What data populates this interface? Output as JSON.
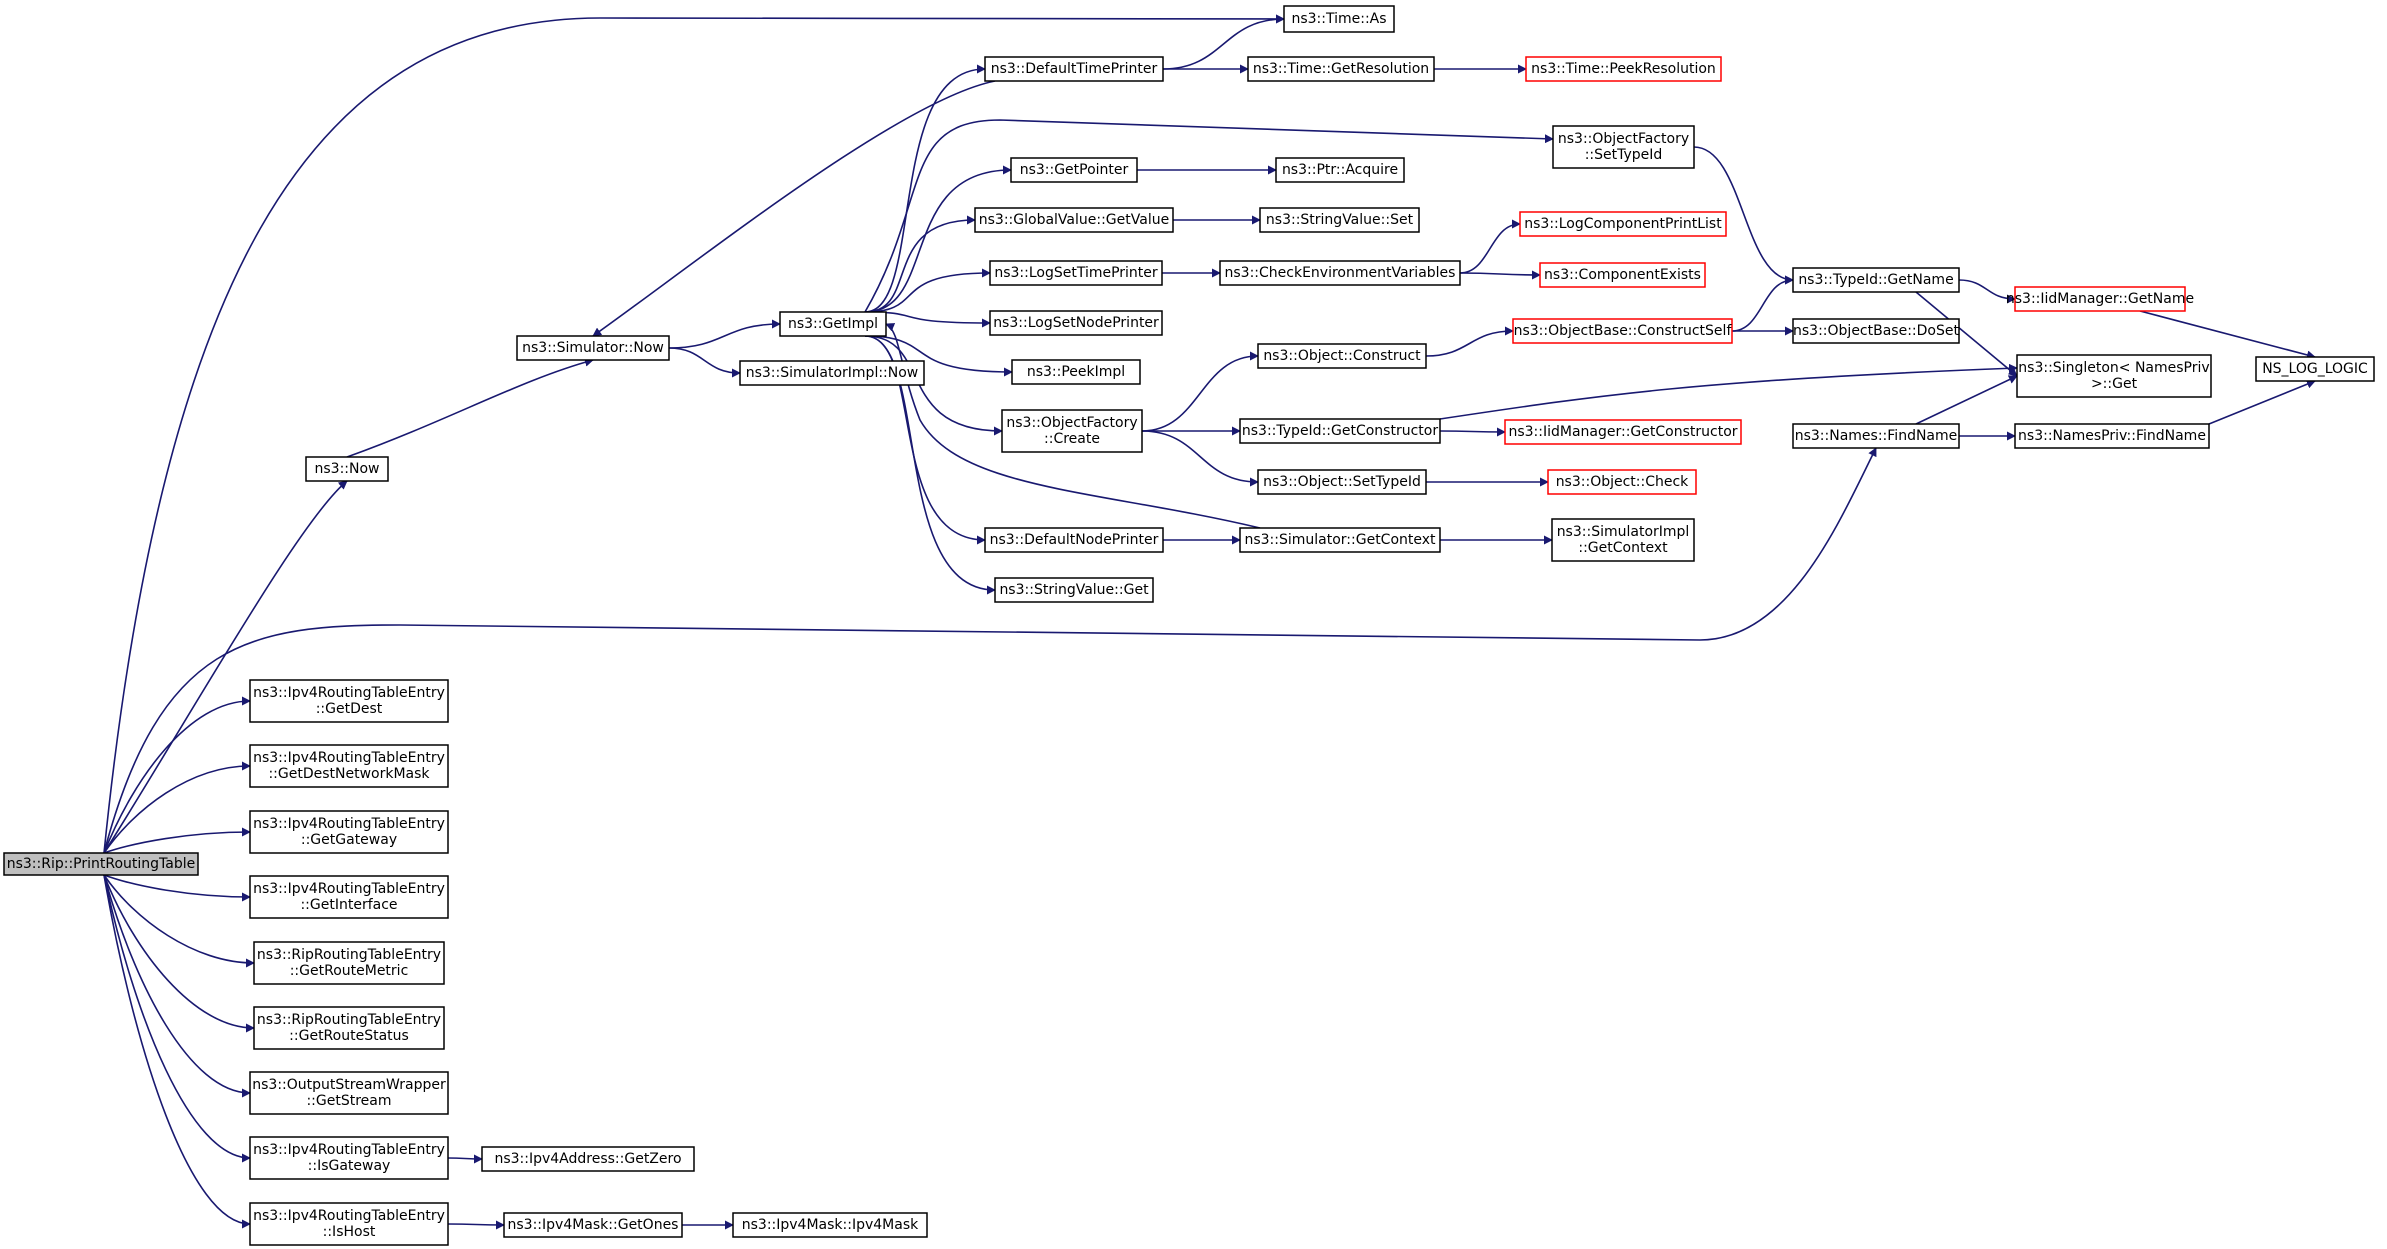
{
  "diagram": {
    "type": "call-graph",
    "colors": {
      "edge": "#191970",
      "node_border": "#000000",
      "truncated_border": "#ff0000",
      "root_fill": "#bfbfbf"
    },
    "nodes": [
      {
        "id": "root",
        "lines": [
          "ns3::Rip::PrintRoutingTable"
        ],
        "style": "root"
      },
      {
        "id": "time_as",
        "lines": [
          "ns3::Time::As"
        ],
        "style": "normal"
      },
      {
        "id": "default_time_printer",
        "lines": [
          "ns3::DefaultTimePrinter"
        ],
        "style": "normal"
      },
      {
        "id": "get_resolution",
        "lines": [
          "ns3::Time::GetResolution"
        ],
        "style": "normal"
      },
      {
        "id": "peek_resolution",
        "lines": [
          "ns3::Time::PeekResolution"
        ],
        "style": "truncated"
      },
      {
        "id": "of_set_type_id",
        "lines": [
          "ns3::ObjectFactory",
          "::SetTypeId"
        ],
        "style": "normal"
      },
      {
        "id": "get_pointer",
        "lines": [
          "ns3::GetPointer"
        ],
        "style": "normal"
      },
      {
        "id": "ptr_acquire",
        "lines": [
          "ns3::Ptr::Acquire"
        ],
        "style": "normal"
      },
      {
        "id": "gv_get_value",
        "lines": [
          "ns3::GlobalValue::GetValue"
        ],
        "style": "normal"
      },
      {
        "id": "sv_set",
        "lines": [
          "ns3::StringValue::Set"
        ],
        "style": "normal"
      },
      {
        "id": "log_component_print_list",
        "lines": [
          "ns3::LogComponentPrintList"
        ],
        "style": "truncated"
      },
      {
        "id": "log_set_time_printer",
        "lines": [
          "ns3::LogSetTimePrinter"
        ],
        "style": "normal"
      },
      {
        "id": "check_env",
        "lines": [
          "ns3::CheckEnvironmentVariables"
        ],
        "style": "normal"
      },
      {
        "id": "component_exists",
        "lines": [
          "ns3::ComponentExists"
        ],
        "style": "truncated"
      },
      {
        "id": "typeid_get_name",
        "lines": [
          "ns3::TypeId::GetName"
        ],
        "style": "normal"
      },
      {
        "id": "iid_get_name",
        "lines": [
          "ns3::IidManager::GetName"
        ],
        "style": "truncated"
      },
      {
        "id": "ns_log_logic",
        "lines": [
          "NS_LOG_LOGIC"
        ],
        "style": "normal"
      },
      {
        "id": "simulator_now",
        "lines": [
          "ns3::Simulator::Now"
        ],
        "style": "normal"
      },
      {
        "id": "get_impl",
        "lines": [
          "ns3::GetImpl"
        ],
        "style": "normal"
      },
      {
        "id": "log_set_node_printer",
        "lines": [
          "ns3::LogSetNodePrinter"
        ],
        "style": "normal"
      },
      {
        "id": "object_base_construct_self",
        "lines": [
          "ns3::ObjectBase::ConstructSelf"
        ],
        "style": "truncated"
      },
      {
        "id": "object_base_do_set",
        "lines": [
          "ns3::ObjectBase::DoSet"
        ],
        "style": "normal"
      },
      {
        "id": "object_construct",
        "lines": [
          "ns3::Object::Construct"
        ],
        "style": "normal"
      },
      {
        "id": "simulator_impl_now",
        "lines": [
          "ns3::SimulatorImpl::Now"
        ],
        "style": "normal"
      },
      {
        "id": "peek_impl",
        "lines": [
          "ns3::PeekImpl"
        ],
        "style": "normal"
      },
      {
        "id": "singleton_get",
        "lines": [
          "ns3::Singleton< NamesPriv",
          ">::Get"
        ],
        "style": "normal"
      },
      {
        "id": "of_create",
        "lines": [
          "ns3::ObjectFactory",
          "::Create"
        ],
        "style": "normal"
      },
      {
        "id": "typeid_get_constructor",
        "lines": [
          "ns3::TypeId::GetConstructor"
        ],
        "style": "normal"
      },
      {
        "id": "iid_get_constructor",
        "lines": [
          "ns3::IidManager::GetConstructor"
        ],
        "style": "truncated"
      },
      {
        "id": "names_find_name",
        "lines": [
          "ns3::Names::FindName"
        ],
        "style": "normal"
      },
      {
        "id": "names_priv_find_name",
        "lines": [
          "ns3::NamesPriv::FindName"
        ],
        "style": "normal"
      },
      {
        "id": "ns3_now",
        "lines": [
          "ns3::Now"
        ],
        "style": "normal"
      },
      {
        "id": "object_set_type_id",
        "lines": [
          "ns3::Object::SetTypeId"
        ],
        "style": "normal"
      },
      {
        "id": "object_check",
        "lines": [
          "ns3::Object::Check"
        ],
        "style": "truncated"
      },
      {
        "id": "default_node_printer",
        "lines": [
          "ns3::DefaultNodePrinter"
        ],
        "style": "normal"
      },
      {
        "id": "simulator_get_context",
        "lines": [
          "ns3::Simulator::GetContext"
        ],
        "style": "normal"
      },
      {
        "id": "simulator_impl_get_context",
        "lines": [
          "ns3::SimulatorImpl",
          "::GetContext"
        ],
        "style": "normal"
      },
      {
        "id": "sv_get",
        "lines": [
          "ns3::StringValue::Get"
        ],
        "style": "normal"
      },
      {
        "id": "ipv4_get_dest",
        "lines": [
          "ns3::Ipv4RoutingTableEntry",
          "::GetDest"
        ],
        "style": "normal"
      },
      {
        "id": "ipv4_get_dest_mask",
        "lines": [
          "ns3::Ipv4RoutingTableEntry",
          "::GetDestNetworkMask"
        ],
        "style": "normal"
      },
      {
        "id": "ipv4_get_gateway",
        "lines": [
          "ns3::Ipv4RoutingTableEntry",
          "::GetGateway"
        ],
        "style": "normal"
      },
      {
        "id": "ipv4_get_interface",
        "lines": [
          "ns3::Ipv4RoutingTableEntry",
          "::GetInterface"
        ],
        "style": "normal"
      },
      {
        "id": "rip_get_route_metric",
        "lines": [
          "ns3::RipRoutingTableEntry",
          "::GetRouteMetric"
        ],
        "style": "normal"
      },
      {
        "id": "rip_get_route_status",
        "lines": [
          "ns3::RipRoutingTableEntry",
          "::GetRouteStatus"
        ],
        "style": "normal"
      },
      {
        "id": "osw_get_stream",
        "lines": [
          "ns3::OutputStreamWrapper",
          "::GetStream"
        ],
        "style": "normal"
      },
      {
        "id": "ipv4_is_gateway",
        "lines": [
          "ns3::Ipv4RoutingTableEntry",
          "::IsGateway"
        ],
        "style": "normal"
      },
      {
        "id": "ipv4_address_get_zero",
        "lines": [
          "ns3::Ipv4Address::GetZero"
        ],
        "style": "normal"
      },
      {
        "id": "ipv4_is_host",
        "lines": [
          "ns3::Ipv4RoutingTableEntry",
          "::IsHost"
        ],
        "style": "normal"
      },
      {
        "id": "ipv4_mask_get_ones",
        "lines": [
          "ns3::Ipv4Mask::GetOnes"
        ],
        "style": "normal"
      },
      {
        "id": "ipv4_mask_ctor",
        "lines": [
          "ns3::Ipv4Mask::Ipv4Mask"
        ],
        "style": "normal"
      }
    ],
    "edges": [
      [
        "root",
        "time_as"
      ],
      [
        "root",
        "ns3_now"
      ],
      [
        "root",
        "names_find_name"
      ],
      [
        "root",
        "ipv4_get_dest"
      ],
      [
        "root",
        "ipv4_get_dest_mask"
      ],
      [
        "root",
        "ipv4_get_gateway"
      ],
      [
        "root",
        "ipv4_get_interface"
      ],
      [
        "root",
        "rip_get_route_metric"
      ],
      [
        "root",
        "rip_get_route_status"
      ],
      [
        "root",
        "osw_get_stream"
      ],
      [
        "root",
        "ipv4_is_gateway"
      ],
      [
        "root",
        "ipv4_is_host"
      ],
      [
        "ns3_now",
        "simulator_now"
      ],
      [
        "simulator_now",
        "get_impl"
      ],
      [
        "simulator_now",
        "simulator_impl_now"
      ],
      [
        "default_time_printer",
        "time_as"
      ],
      [
        "default_time_printer",
        "get_resolution"
      ],
      [
        "default_time_printer",
        "simulator_now"
      ],
      [
        "get_resolution",
        "peek_resolution"
      ],
      [
        "get_impl",
        "default_time_printer"
      ],
      [
        "get_impl",
        "of_set_type_id"
      ],
      [
        "get_impl",
        "get_pointer"
      ],
      [
        "get_impl",
        "gv_get_value"
      ],
      [
        "get_impl",
        "log_set_time_printer"
      ],
      [
        "get_impl",
        "log_set_node_printer"
      ],
      [
        "get_impl",
        "peek_impl"
      ],
      [
        "get_impl",
        "of_create"
      ],
      [
        "get_impl",
        "default_node_printer"
      ],
      [
        "get_impl",
        "sv_get"
      ],
      [
        "get_pointer",
        "ptr_acquire"
      ],
      [
        "gv_get_value",
        "sv_set"
      ],
      [
        "log_set_time_printer",
        "check_env"
      ],
      [
        "check_env",
        "log_component_print_list"
      ],
      [
        "check_env",
        "component_exists"
      ],
      [
        "of_set_type_id",
        "typeid_get_name"
      ],
      [
        "typeid_get_name",
        "iid_get_name"
      ],
      [
        "typeid_get_name",
        "singleton_get"
      ],
      [
        "iid_get_name",
        "ns_log_logic"
      ],
      [
        "of_create",
        "object_construct"
      ],
      [
        "of_create",
        "typeid_get_constructor"
      ],
      [
        "of_create",
        "object_set_type_id"
      ],
      [
        "object_construct",
        "object_base_construct_self"
      ],
      [
        "object_base_construct_self",
        "typeid_get_name"
      ],
      [
        "object_base_construct_self",
        "object_base_do_set"
      ],
      [
        "typeid_get_constructor",
        "iid_get_constructor"
      ],
      [
        "typeid_get_constructor",
        "singleton_get"
      ],
      [
        "object_set_type_id",
        "object_check"
      ],
      [
        "names_find_name",
        "singleton_get"
      ],
      [
        "names_find_name",
        "names_priv_find_name"
      ],
      [
        "names_priv_find_name",
        "ns_log_logic"
      ],
      [
        "default_node_printer",
        "simulator_get_context"
      ],
      [
        "simulator_get_context",
        "get_impl"
      ],
      [
        "simulator_get_context",
        "simulator_impl_get_context"
      ],
      [
        "ipv4_is_gateway",
        "ipv4_address_get_zero"
      ],
      [
        "ipv4_is_host",
        "ipv4_mask_get_ones"
      ],
      [
        "ipv4_mask_get_ones",
        "ipv4_mask_ctor"
      ]
    ]
  }
}
